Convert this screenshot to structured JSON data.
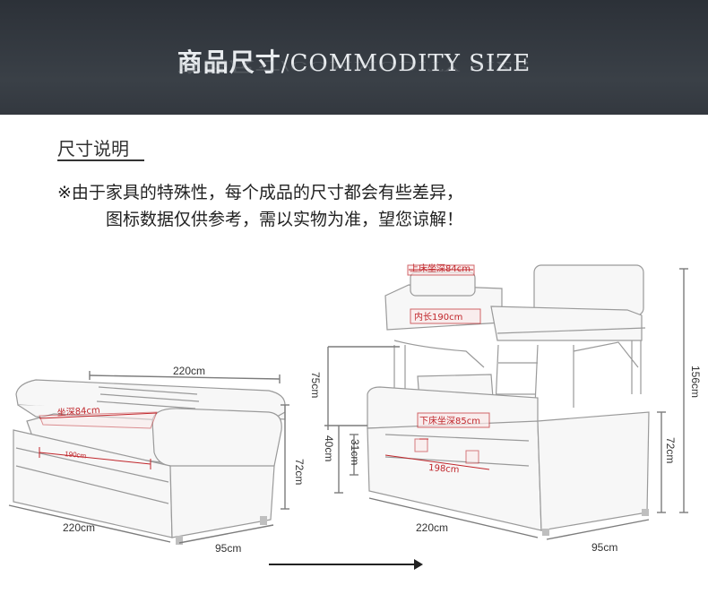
{
  "banner": {
    "title_cn": "商品尺寸",
    "title_sep": "/",
    "title_en": "COMMODITY SIZE"
  },
  "section": {
    "title": "尺寸说明",
    "note_line1": "※由于家具的特殊性，每个成品的尺寸都会有些差异，",
    "note_line2": "图标数据仅供参考，需以实物为准，望您谅解！"
  },
  "sofa_dimensions": {
    "width": "220cm",
    "seat_depth": "坐深84cm",
    "inner_length": "190cm",
    "height": "72cm",
    "bottom_width": "220cm",
    "depth": "95cm"
  },
  "bed_dimensions": {
    "upper_seat_depth": "上床坐深84cm",
    "inner_length": "内长190cm",
    "upper_gap": "75cm",
    "total_height": "156cm",
    "lower_seat_depth": "下床坐深85cm",
    "lower_height": "40cm",
    "seat_height": "31cm",
    "lower_length": "198cm",
    "side_height": "72cm",
    "width": "220cm",
    "depth": "95cm"
  }
}
